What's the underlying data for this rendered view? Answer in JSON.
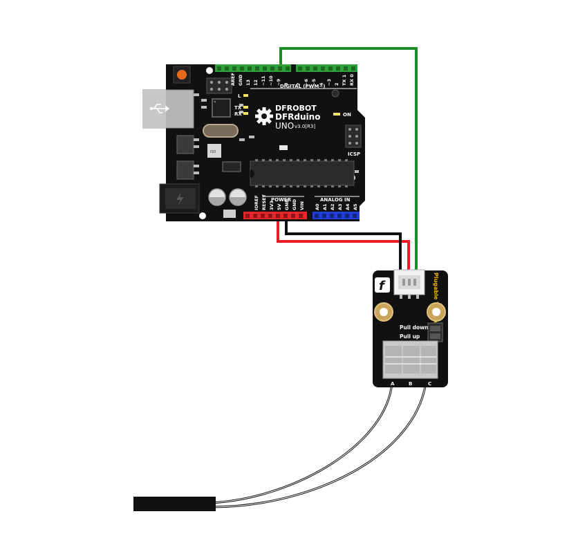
{
  "board": {
    "brand": "DFROBOT",
    "model": "DFRduino",
    "variant": "UNO",
    "version": "v3.0[R3]",
    "digital_header_label": "DIGITAL (PWM~)",
    "icsp_label": "ICSP",
    "on_label": "ON",
    "led_l": "L",
    "led_tx": "TX",
    "led_rx": "RX",
    "top_pins": [
      "AREF",
      "GND",
      "13",
      "12",
      "~11",
      "~10",
      "~9",
      "8",
      "7",
      "~6",
      "~5",
      "4",
      "~3",
      "2",
      "TX 1",
      "RX 0"
    ],
    "power_label": "POWER",
    "power_pins": [
      "IOREF",
      "RESET",
      "3V3",
      "5V",
      "GND",
      "GND",
      "VIN"
    ],
    "analog_label": "ANALOG IN",
    "analog_pins": [
      "A0",
      "A1",
      "A2",
      "A3",
      "A4",
      "A5"
    ],
    "regulator_text": "ISD",
    "colors": {
      "pcb": "#111111",
      "power_header": "#e8262a",
      "analog_header": "#1f3fd6",
      "digital_header": "#2ea13a",
      "reset_button": "#e86a1c"
    }
  },
  "module": {
    "title": "Plugable Terminal V2",
    "pull_down_label": "Pull down",
    "pull_up_label": "Pull up",
    "terminal_a_label": "A",
    "terminal_b_label": "B",
    "terminal_c_label": "C",
    "logo_icon": "dfrobot-f-logo"
  },
  "wires": {
    "signal_color": "#1e8a23",
    "power_color": "#ee1c24",
    "ground_color": "#111111"
  }
}
